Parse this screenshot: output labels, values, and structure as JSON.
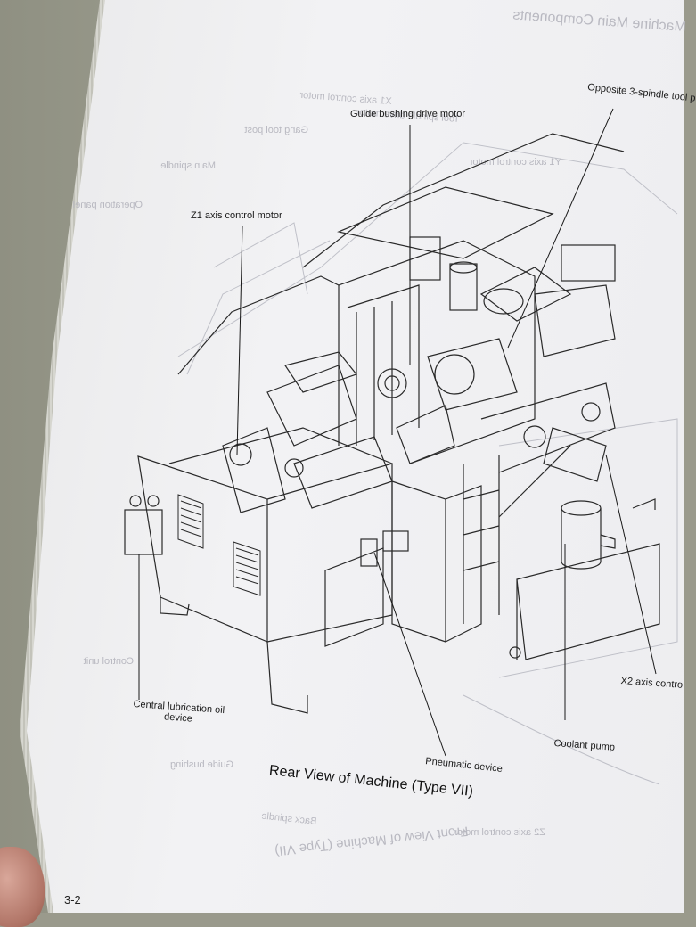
{
  "header": {
    "mirrored_title": "Machine Main Components"
  },
  "labels": {
    "guide_bushing": "Guide bushing drive motor",
    "opposite_tool_post": "Opposite 3-spindle tool p",
    "z1_axis": "Z1 axis control motor",
    "central_lubrication_line1": "Central lubrication oil",
    "central_lubrication_line2": "device",
    "pneumatic": "Pneumatic device",
    "coolant_pump": "Coolant pump",
    "x2_axis": "X2 axis contro"
  },
  "caption": "Rear View of Machine (Type VII)",
  "ghost_text": {
    "front_view_caption": "Front View of Machine (Type VII)",
    "main_spindle": "Main spindle",
    "gang_tool_post": "Gang tool post",
    "operation_panel": "Operation panel",
    "x1_axis_motor": "X1 axis control motor",
    "tool_spindle": "Tool spindle drive motor",
    "y1_axis": "Y1 axis control motor",
    "back_spindle": "Back spindle",
    "z2_axis": "Z2 axis control motor",
    "control_unit": "Control unit",
    "guide_bushing": "Guide bushing"
  },
  "page_number": "3-2"
}
